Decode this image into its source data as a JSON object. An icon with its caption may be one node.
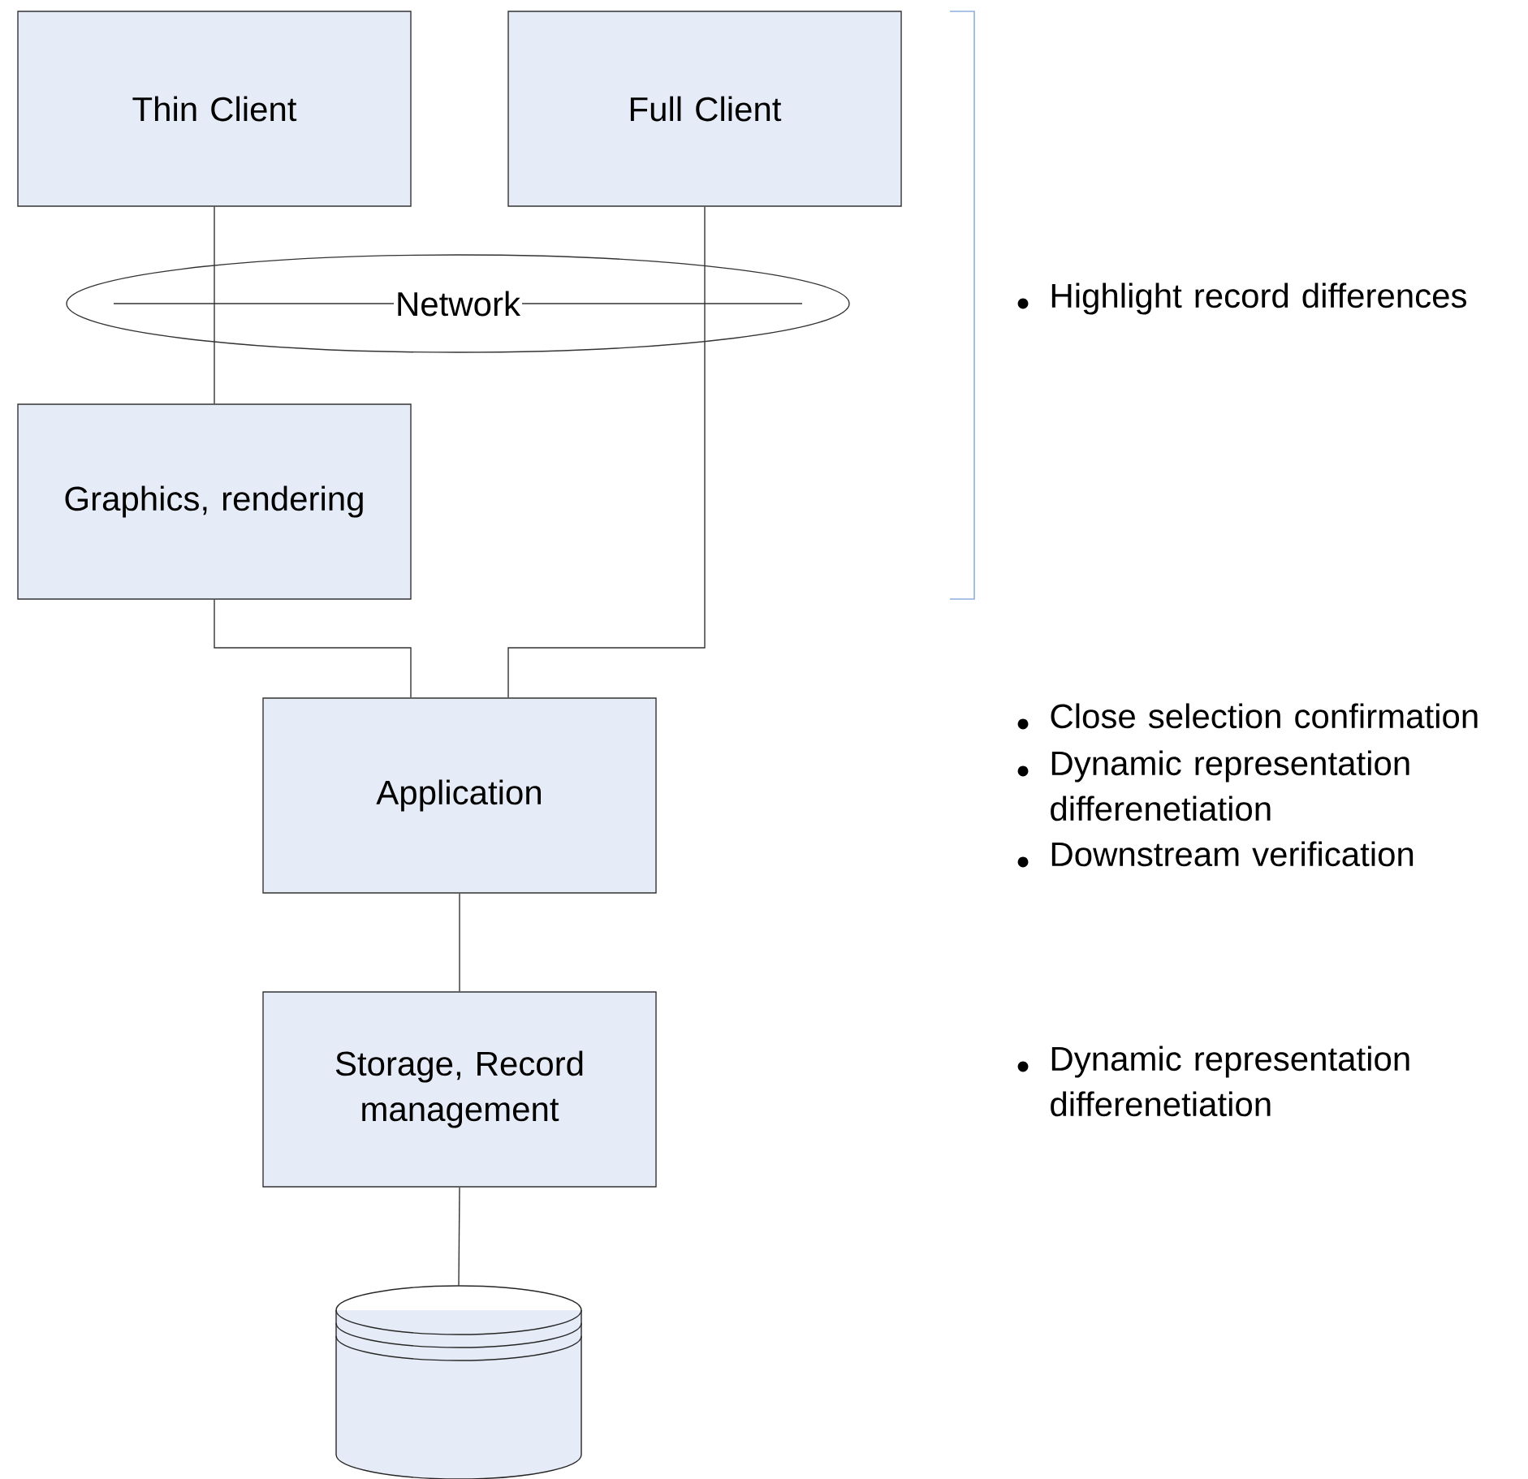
{
  "diagram": {
    "nodes": [
      {
        "text": [
          "Thin Client"
        ]
      },
      {
        "text": [
          "Full Client"
        ]
      },
      {
        "text": [
          "Network"
        ]
      },
      {
        "text": [
          "Graphics, rendering"
        ]
      },
      {
        "text": [
          "Application"
        ]
      },
      {
        "text": [
          "Storage, Record management"
        ]
      },
      {
        "text": [],
        "shape": "cylinder"
      }
    ],
    "edges": [
      {
        "from": 0,
        "to": 2,
        "arrow": "none"
      },
      {
        "from": 2,
        "to": 3,
        "arrow": "none"
      },
      {
        "from": 1,
        "to": 2,
        "arrow": "none"
      },
      {
        "from": 2,
        "to": 4,
        "arrow": "none"
      },
      {
        "from": 3,
        "to": 4,
        "arrow": "none"
      },
      {
        "from": 4,
        "to": 5,
        "arrow": "none"
      },
      {
        "from": 5,
        "to": 6,
        "arrow": "none"
      }
    ],
    "labels": [
      "Highlight record differences",
      "Close selection confirmation",
      "Dynamic representation differenetiation",
      "Downstream verification",
      "Dynamic representation differenetiation"
    ]
  }
}
